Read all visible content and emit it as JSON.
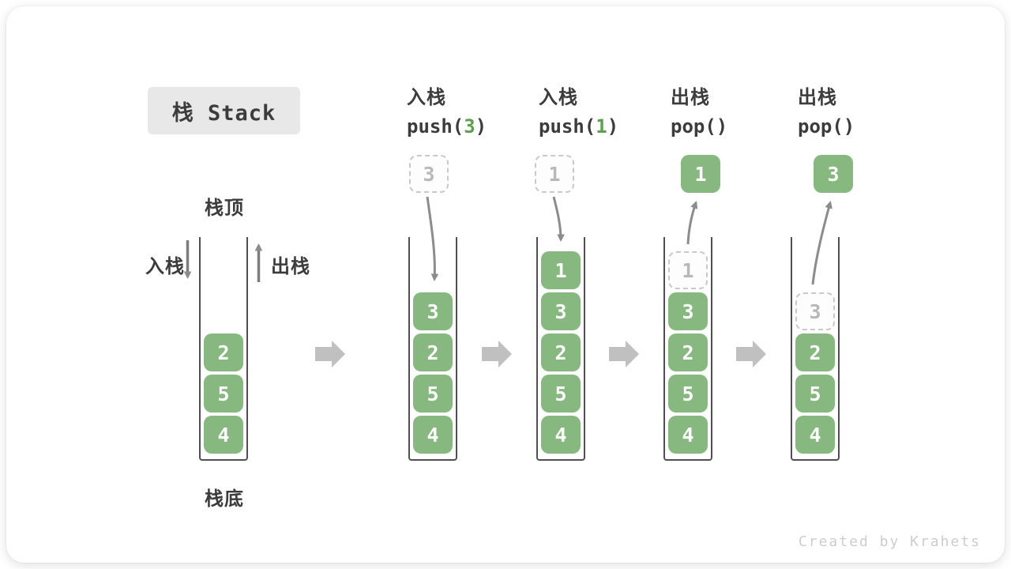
{
  "title": {
    "label": "栈 Stack"
  },
  "side_labels": {
    "stack_top": "栈顶",
    "stack_bottom": "栈底",
    "push": "入栈",
    "pop": "出栈"
  },
  "operations": [
    {
      "name": "入栈",
      "code_prefix": "push(",
      "code_arg": "3",
      "code_suffix": ")"
    },
    {
      "name": "入栈",
      "code_prefix": "push(",
      "code_arg": "1",
      "code_suffix": ")"
    },
    {
      "name": "出栈",
      "code_prefix": "pop(",
      "code_arg": "",
      "code_suffix": ")"
    },
    {
      "name": "出栈",
      "code_prefix": "pop(",
      "code_arg": "",
      "code_suffix": ")"
    }
  ],
  "stacks": [
    {
      "blocks": [
        "2",
        "5",
        "4"
      ]
    },
    {
      "incoming": "3",
      "blocks": [
        "3",
        "2",
        "5",
        "4"
      ]
    },
    {
      "incoming": "1",
      "blocks": [
        "1",
        "3",
        "2",
        "5",
        "4"
      ]
    },
    {
      "outgoing": "1",
      "ghost": "1",
      "blocks": [
        "3",
        "2",
        "5",
        "4"
      ]
    },
    {
      "outgoing": "3",
      "ghost": "3",
      "blocks": [
        "2",
        "5",
        "4"
      ]
    }
  ],
  "watermark": "Created by Krahets",
  "colors": {
    "block_green": "#87b87f",
    "code_arg_green": "#5ca04e",
    "curve_arrow_gray": "#8c8c8c",
    "step_arrow_gray": "#c0c0c0",
    "text_dark": "#3c3c3c",
    "ghost_gray": "#b8b8b8",
    "title_background": "#e8e8e8",
    "watermark_gray": "#cdcdcd"
  }
}
